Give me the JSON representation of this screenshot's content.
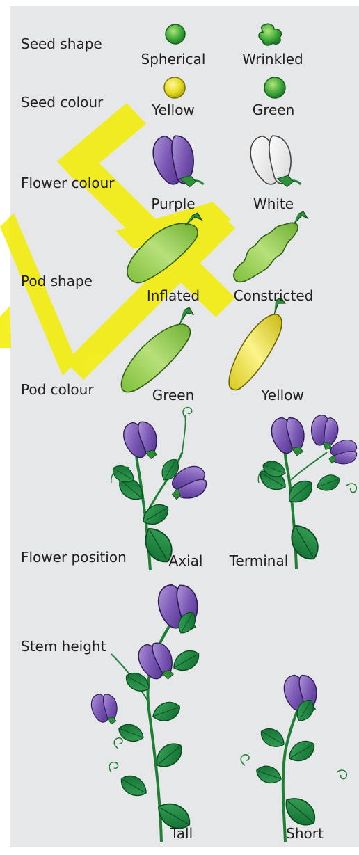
{
  "traits": [
    {
      "label": "Seed shape",
      "option_a": "Spherical",
      "option_b": "Wrinkled"
    },
    {
      "label": "Seed colour",
      "option_a": "Yellow",
      "option_b": "Green"
    },
    {
      "label": "Flower colour",
      "option_a": "Purple",
      "option_b": "White"
    },
    {
      "label": "Pod shape",
      "option_a": "Inflated",
      "option_b": "Constricted"
    },
    {
      "label": "Pod colour",
      "option_a": "Green",
      "option_b": "Yellow"
    },
    {
      "label": "Flower position",
      "option_a": "Axial",
      "option_b": "Terminal"
    },
    {
      "label": "Stem height",
      "option_a": "Tall",
      "option_b": "Short"
    }
  ],
  "colors": {
    "panel_background": "#e6e7e8",
    "watermark": "#f4ee00",
    "pea_green": "#3fae3a",
    "pea_yellow": "#e6d820",
    "flower_purple": "#7a5bb0",
    "flower_white": "#ffffff",
    "leaf_green": "#1e8a3c",
    "pod_green": "#8cc63f",
    "pod_yellow": "#f2e23a"
  },
  "icons": [
    "pea-round",
    "pea-wrinkled",
    "pea-flower",
    "pea-pod",
    "pea-plant",
    "letter-e-watermark"
  ]
}
